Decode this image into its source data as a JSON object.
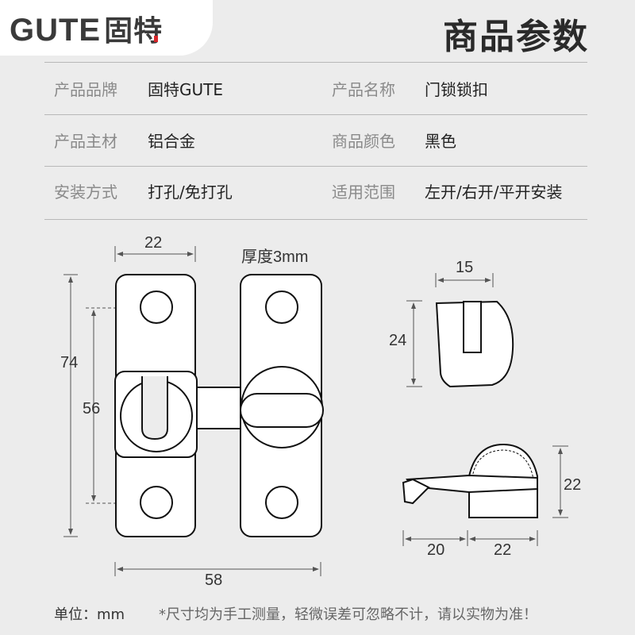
{
  "brand": {
    "logo_latin": "GUTE",
    "logo_cn": "固特",
    "accent_color": "#d7262a"
  },
  "header": {
    "title": "商品参数"
  },
  "params": [
    {
      "label": "产品品牌",
      "value": "固特GUTE"
    },
    {
      "label": "产品名称",
      "value": "门锁锁扣"
    },
    {
      "label": "产品主材",
      "value": "铝合金"
    },
    {
      "label": "商品颜色",
      "value": "黑色"
    },
    {
      "label": "安装方式",
      "value": "打孔/免打孔"
    },
    {
      "label": "适用范围",
      "value": "左开/右开/平开安装"
    }
  ],
  "diagram": {
    "front": {
      "width_plate": "22",
      "thickness": "厚度3mm",
      "height_total": "74",
      "hole_spacing": "56",
      "width_total": "58"
    },
    "side_view": {
      "width": "15",
      "height": "24"
    },
    "bolt_view": {
      "height": "22",
      "arm_length": "20",
      "base_length": "22"
    }
  },
  "footer": {
    "unit": "单位：mm",
    "note": "*尺寸均为手工测量，轻微误差可忽略不计，请以实物为准！"
  }
}
